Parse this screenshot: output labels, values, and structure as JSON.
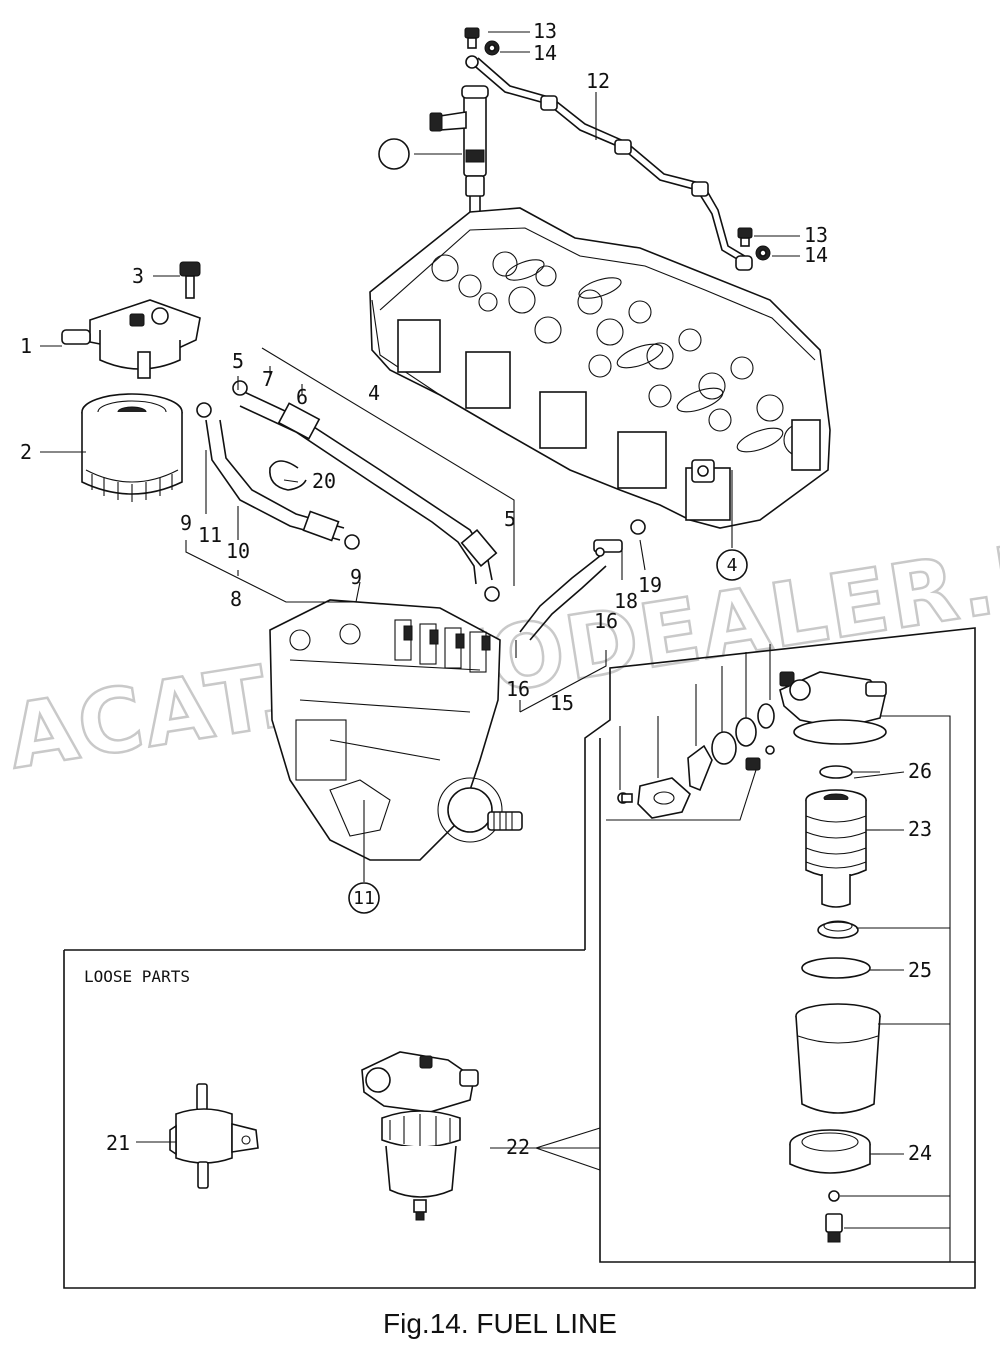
{
  "figure": {
    "caption": "Fig.14.  FUEL LINE",
    "watermark": "ACAT.AUTODEALER.RU",
    "inset_title": "LOOSE PARTS"
  },
  "callouts": {
    "n1": "1",
    "n2": "2",
    "n3": "3",
    "n4": "4",
    "n4c": "4",
    "n5a": "5",
    "n5b": "5",
    "n6": "6",
    "n7": "7",
    "n8": "8",
    "n9a": "9",
    "n9b": "9",
    "n10": "10",
    "n11": "11",
    "n11c": "11",
    "n12": "12",
    "n13a": "13",
    "n13b": "13",
    "n13c": "13",
    "n14a": "14",
    "n14b": "14",
    "n15": "15",
    "n16a": "16",
    "n16b": "16",
    "n18": "18",
    "n19": "19",
    "n20": "20",
    "n21": "21",
    "n22": "22",
    "n23": "23",
    "n24": "24",
    "n25": "25",
    "n26": "26"
  }
}
